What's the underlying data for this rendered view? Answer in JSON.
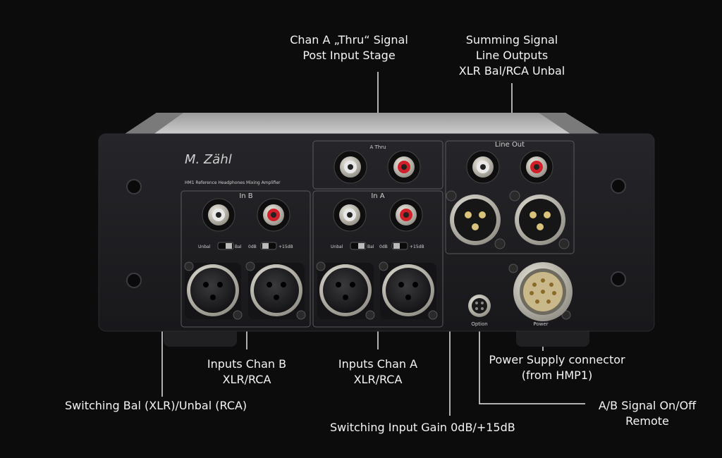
{
  "callouts": {
    "chan_a_thru": [
      "Chan A „Thru“ Signal",
      "Post Input Stage"
    ],
    "summing": [
      "Summing Signal",
      "Line Outputs",
      "XLR Bal/RCA Unbal"
    ],
    "inputs_b": [
      "Inputs Chan B",
      "XLR/RCA"
    ],
    "inputs_a": [
      "Inputs Chan A",
      "XLR/RCA"
    ],
    "power_supply": [
      "Power Supply connector",
      "(from HMP1)"
    ],
    "switching_bal": "Switching Bal (XLR)/Unbal (RCA)",
    "switching_gain": "Switching Input Gain 0dB/+15dB",
    "ab_signal": [
      "A/B Signal On/Off",
      "Remote"
    ]
  },
  "device": {
    "signature": "M. Zähl",
    "brand": "Zähl",
    "model_line": "HM1 Reference Headphones Mixing Amplifier",
    "sections": {
      "in_b": "In B",
      "in_a": "In A",
      "a_thru": "A Thru",
      "line_out": "Line Out"
    },
    "switch_labels": {
      "unbal": "Unbal",
      "bal": "Bal",
      "odb": "0dB",
      "plus15": "+15dB"
    },
    "option_label": "Option",
    "power_label": "Power"
  },
  "colors": {
    "background": "#0c0c0c",
    "chassis": "#1c1c1e",
    "rca_white": "#e8e8e8",
    "rca_red": "#d0202a",
    "connector_metal": "#c9c6bd"
  }
}
